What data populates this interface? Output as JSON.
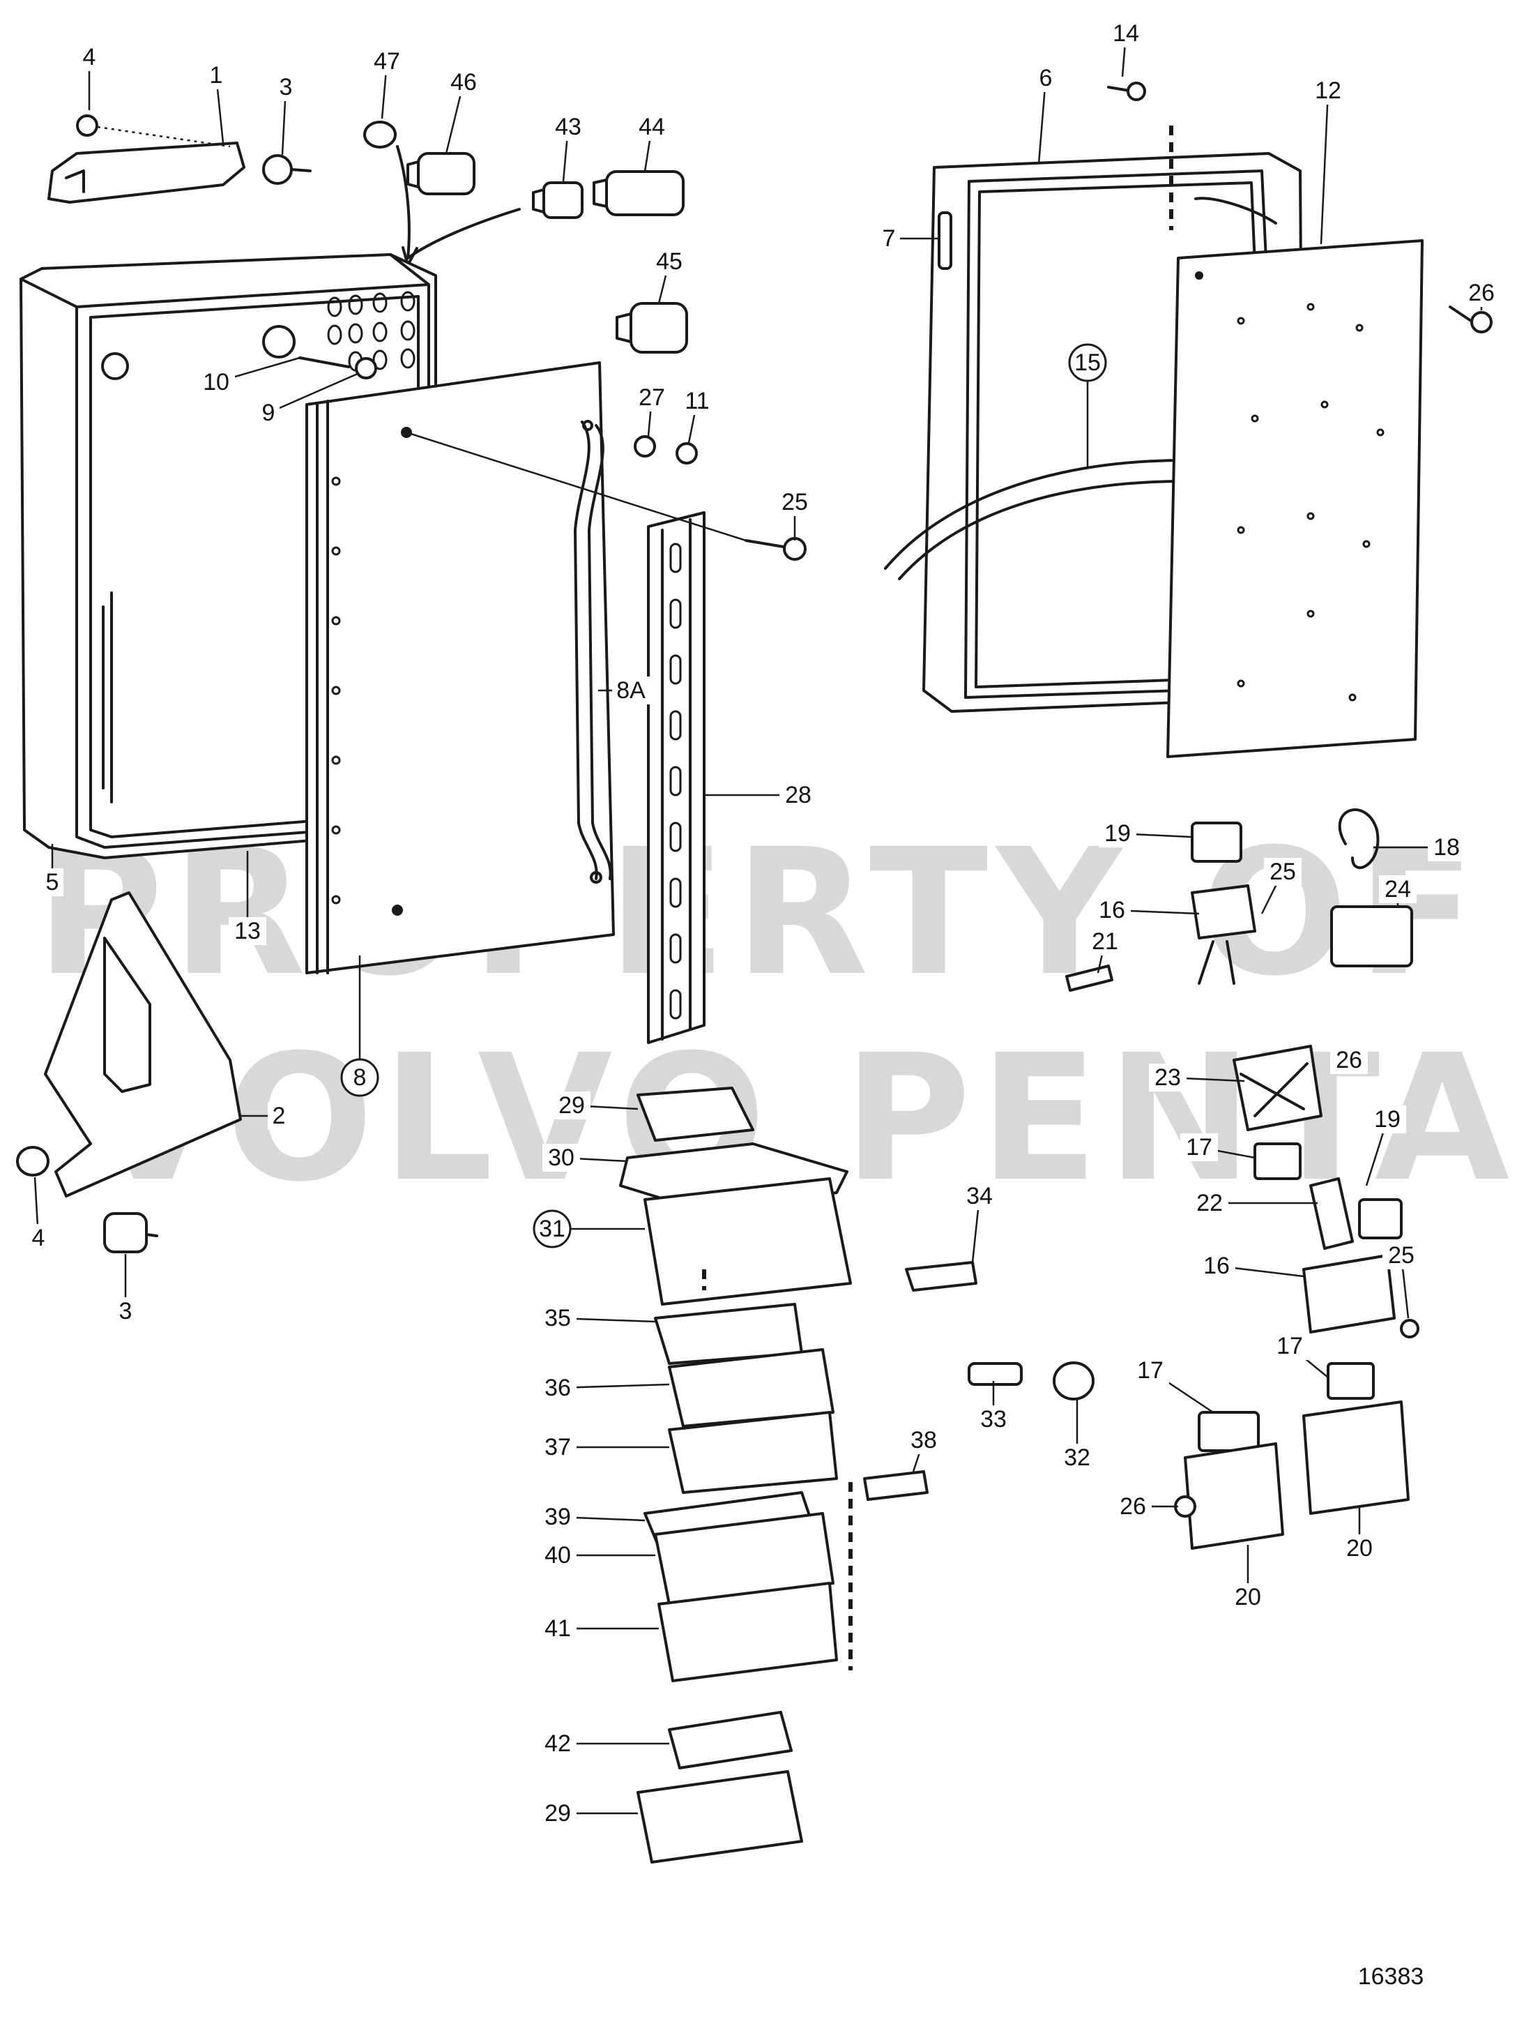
{
  "figure_number": "16383",
  "watermark": {
    "line1": "PROPERTY OF",
    "line2": "VOLVO PENTA"
  },
  "callouts": [
    {
      "id": "c4a",
      "label": "4",
      "circled": false
    },
    {
      "id": "c1",
      "label": "1",
      "circled": false
    },
    {
      "id": "c3a",
      "label": "3",
      "circled": false
    },
    {
      "id": "c47",
      "label": "47",
      "circled": false
    },
    {
      "id": "c46",
      "label": "46",
      "circled": false
    },
    {
      "id": "c43",
      "label": "43",
      "circled": false
    },
    {
      "id": "c44",
      "label": "44",
      "circled": false
    },
    {
      "id": "c45",
      "label": "45",
      "circled": false
    },
    {
      "id": "c10",
      "label": "10",
      "circled": false
    },
    {
      "id": "c9",
      "label": "9",
      "circled": false
    },
    {
      "id": "c27",
      "label": "27",
      "circled": false
    },
    {
      "id": "c11",
      "label": "11",
      "circled": false
    },
    {
      "id": "c25a",
      "label": "25",
      "circled": false
    },
    {
      "id": "c8A",
      "label": "8A",
      "circled": false
    },
    {
      "id": "c28",
      "label": "28",
      "circled": false
    },
    {
      "id": "c5",
      "label": "5",
      "circled": false
    },
    {
      "id": "c13",
      "label": "13",
      "circled": false
    },
    {
      "id": "c8",
      "label": "8",
      "circled": true
    },
    {
      "id": "c2",
      "label": "2",
      "circled": false
    },
    {
      "id": "c4b",
      "label": "4",
      "circled": false
    },
    {
      "id": "c3b",
      "label": "3",
      "circled": false
    },
    {
      "id": "c14",
      "label": "14",
      "circled": false
    },
    {
      "id": "c6",
      "label": "6",
      "circled": false
    },
    {
      "id": "c12",
      "label": "12",
      "circled": false
    },
    {
      "id": "c7",
      "label": "7",
      "circled": false
    },
    {
      "id": "c26a",
      "label": "26",
      "circled": false
    },
    {
      "id": "c15",
      "label": "15",
      "circled": true
    },
    {
      "id": "c19a",
      "label": "19",
      "circled": false
    },
    {
      "id": "c18",
      "label": "18",
      "circled": false
    },
    {
      "id": "c25b",
      "label": "25",
      "circled": false
    },
    {
      "id": "c16a",
      "label": "16",
      "circled": false
    },
    {
      "id": "c24",
      "label": "24",
      "circled": false
    },
    {
      "id": "c21",
      "label": "21",
      "circled": false
    },
    {
      "id": "c26b",
      "label": "26",
      "circled": false
    },
    {
      "id": "c23",
      "label": "23",
      "circled": false
    },
    {
      "id": "c19b",
      "label": "19",
      "circled": false
    },
    {
      "id": "c17a",
      "label": "17",
      "circled": false
    },
    {
      "id": "c22",
      "label": "22",
      "circled": false
    },
    {
      "id": "c25c",
      "label": "25",
      "circled": false
    },
    {
      "id": "c16b",
      "label": "16",
      "circled": false
    },
    {
      "id": "c17b",
      "label": "17",
      "circled": false
    },
    {
      "id": "c17c",
      "label": "17",
      "circled": false
    },
    {
      "id": "c26c",
      "label": "26",
      "circled": false
    },
    {
      "id": "c20a",
      "label": "20",
      "circled": false
    },
    {
      "id": "c20b",
      "label": "20",
      "circled": false
    },
    {
      "id": "c29a",
      "label": "29",
      "circled": false
    },
    {
      "id": "c30",
      "label": "30",
      "circled": false
    },
    {
      "id": "c31",
      "label": "31",
      "circled": true
    },
    {
      "id": "c34",
      "label": "34",
      "circled": false
    },
    {
      "id": "c35",
      "label": "35",
      "circled": false
    },
    {
      "id": "c36",
      "label": "36",
      "circled": false
    },
    {
      "id": "c33",
      "label": "33",
      "circled": false
    },
    {
      "id": "c32",
      "label": "32",
      "circled": false
    },
    {
      "id": "c37",
      "label": "37",
      "circled": false
    },
    {
      "id": "c38",
      "label": "38",
      "circled": false
    },
    {
      "id": "c39",
      "label": "39",
      "circled": false
    },
    {
      "id": "c40",
      "label": "40",
      "circled": false
    },
    {
      "id": "c41",
      "label": "41",
      "circled": false
    },
    {
      "id": "c42",
      "label": "42",
      "circled": false
    },
    {
      "id": "c29b",
      "label": "29",
      "circled": false
    }
  ]
}
